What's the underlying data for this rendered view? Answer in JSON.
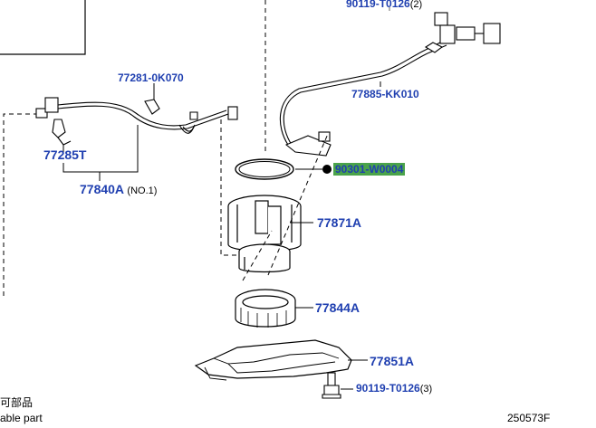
{
  "labels": {
    "bolt_top": "90119-T0126",
    "bolt_top_qty": "(2)",
    "clamp": "77281-0K070",
    "wire_upper": "77885-KK010",
    "clip": "77285T",
    "gasket": "90301-W0004",
    "wire_assy": "77840A",
    "wire_assy_note": "(NO.1)",
    "sender_bracket": "77871A",
    "retainer": "77844A",
    "protector": "77851A",
    "bolt_bottom": "90119-T0126",
    "bolt_bottom_qty": "(3)"
  },
  "legend": {
    "line1": "可部品",
    "line2": "able part"
  },
  "diagram_id": "250573F",
  "colors": {
    "label": "#1f3fb0",
    "highlight": "#4aa34a",
    "line": "#000000"
  }
}
